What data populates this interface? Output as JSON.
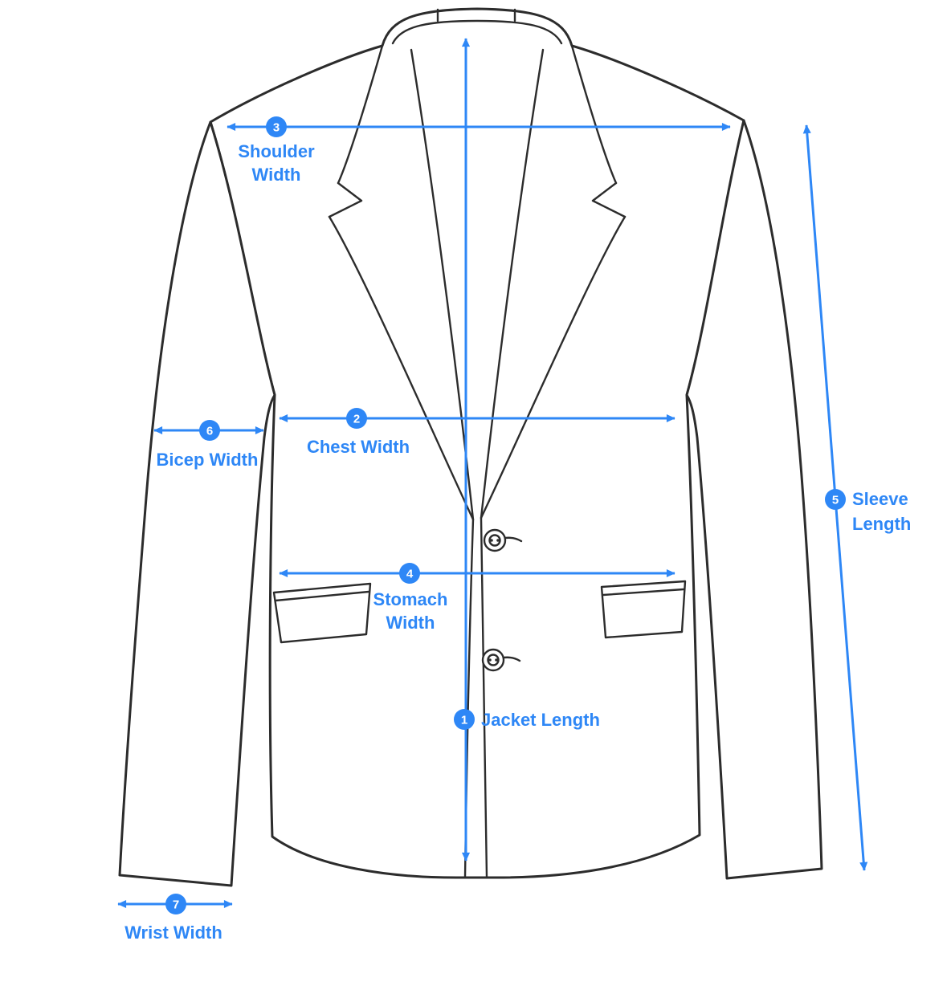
{
  "diagram": {
    "type": "garment-measurement-guide",
    "garment": "suit jacket front view",
    "accent_color": "#2e87f6",
    "outline_color": "#2c2c2c",
    "measurements": [
      {
        "number": "1",
        "label": "Jacket Length",
        "lines": [
          "Jacket Length"
        ]
      },
      {
        "number": "2",
        "label": "Chest Width",
        "lines": [
          "Chest Width"
        ]
      },
      {
        "number": "3",
        "label": "Shoulder Width",
        "lines": [
          "Shoulder",
          "Width"
        ]
      },
      {
        "number": "4",
        "label": "Stomach Width",
        "lines": [
          "Stomach",
          "Width"
        ]
      },
      {
        "number": "5",
        "label": "Sleeve Length",
        "lines": [
          "Sleeve",
          "Length"
        ]
      },
      {
        "number": "6",
        "label": "Bicep Width",
        "lines": [
          "Bicep Width"
        ]
      },
      {
        "number": "7",
        "label": "Wrist Width",
        "lines": [
          "Wrist Width"
        ]
      }
    ]
  }
}
